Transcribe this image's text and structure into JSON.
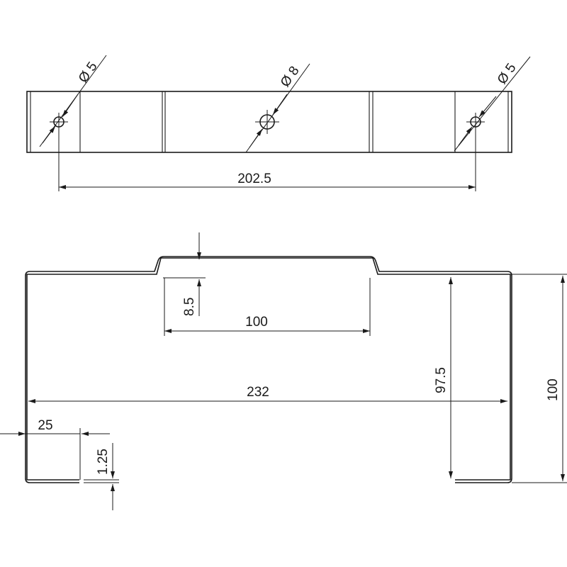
{
  "top_view": {
    "hole_left_dia": "Ø 5",
    "hole_center_dia": "Ø 8",
    "hole_right_dia": "Ø 5",
    "hole_spacing": "202.5"
  },
  "front_view": {
    "step_height": "8.5",
    "step_width": "100",
    "overall_width": "232",
    "inner_height": "97.5",
    "overall_height": "100",
    "flange_length": "25",
    "thickness": "1.25"
  }
}
